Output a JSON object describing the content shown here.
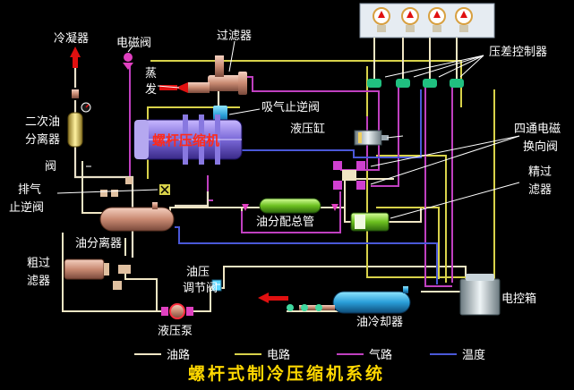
{
  "title": "螺杆式制冷压缩机系统",
  "colors": {
    "oil": "#f0e6c4",
    "electric": "#d8d24a",
    "gas": "#c040c0",
    "temp": "#4a58d8",
    "copper": "#d9a890",
    "arrow": "#e01010"
  },
  "labels": {
    "condenser": "冷凝器",
    "solenoid_valve": "电磁阀",
    "filter": "过滤器",
    "evaporator": "蒸发器",
    "suction_check_valve": "吸气止逆阀",
    "compressor": "螺杆压缩机",
    "secondary_separator": "二次油分离器",
    "valve": "阀",
    "discharge_check_valve": "排气止逆阀",
    "oil_separator": "油分离器",
    "hydraulic_cylinder": "液压缸",
    "oil_manifold": "油分配总管",
    "four_way_valve": "四通电磁换向阀",
    "fine_filter": "精过滤器",
    "pressure_controller": "压差控制器",
    "coarse_filter": "粗过滤器",
    "oil_pressure_valve": "油压调节阀",
    "oil_pump": "液压泵",
    "oil_cooler": "油冷却器",
    "control_box": "电控箱"
  },
  "legend": [
    {
      "label": "油路",
      "color": "#f0e6c4"
    },
    {
      "label": "电路",
      "color": "#d8d24a"
    },
    {
      "label": "气路",
      "color": "#c040c0"
    },
    {
      "label": "温度",
      "color": "#4a58d8"
    }
  ]
}
